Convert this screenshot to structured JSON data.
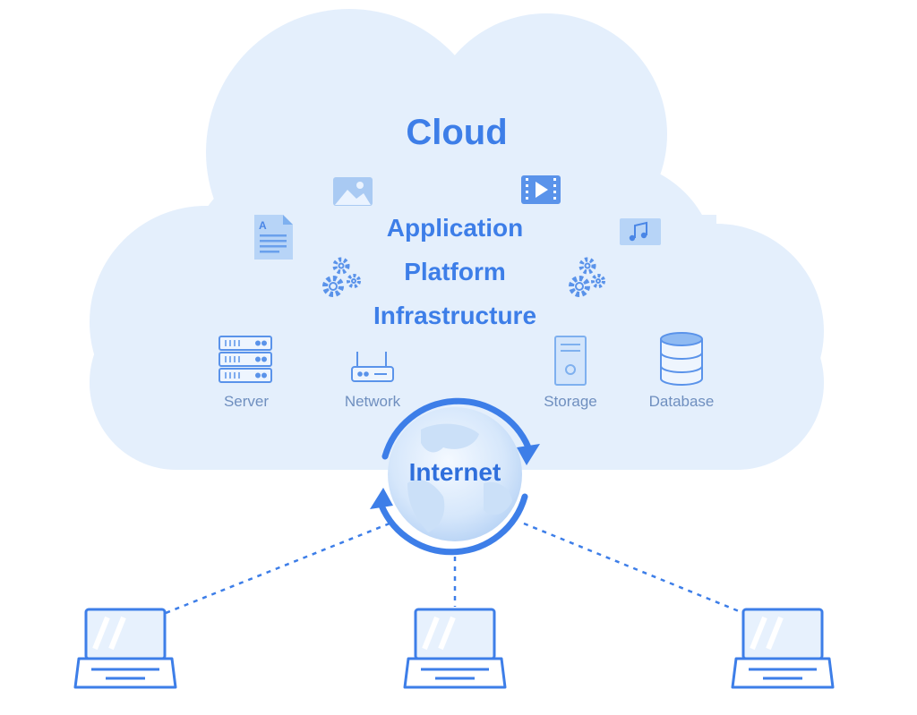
{
  "cloud": {
    "title": "Cloud",
    "layers": [
      "Application",
      "Platform",
      "Infrastructure"
    ],
    "resources": {
      "server": "Server",
      "network": "Network",
      "storage": "Storage",
      "database": "Database"
    }
  },
  "internet": {
    "label": "Internet"
  },
  "clients": {
    "count": 3
  },
  "colors": {
    "cloud_fill": "#e4effc",
    "accent": "#3d7ee8",
    "icon_fill": "#cfe2fa",
    "muted_text": "#6f8fbf"
  },
  "icons": [
    "image-icon",
    "video-icon",
    "document-icon",
    "music-icon",
    "gears-icon",
    "server-icon",
    "router-icon",
    "storage-tower-icon",
    "database-icon",
    "globe-icon",
    "laptop-icon"
  ]
}
